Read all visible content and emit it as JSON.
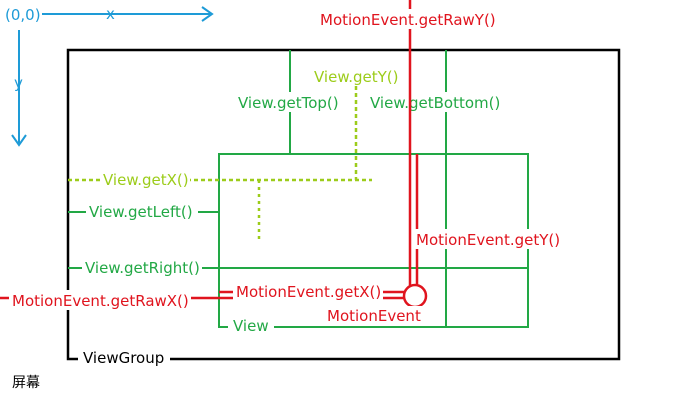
{
  "axes": {
    "origin": "(0,0)",
    "x_label": "x",
    "y_label": "y"
  },
  "containers": {
    "viewgroup_label": "ViewGroup",
    "view_label": "View",
    "screen_label": "屏幕"
  },
  "view_methods": {
    "get_top": "View.getTop()",
    "get_bottom": "View.getBottom()",
    "get_left": "View.getLeft()",
    "get_right": "View.getRight()",
    "get_x": "View.getX()",
    "get_y": "View.getY()"
  },
  "motion_event": {
    "get_raw_y": "MotionEvent.getRawY()",
    "get_raw_x": "MotionEvent.getRawX()",
    "get_x": "MotionEvent.getX()",
    "get_y": "MotionEvent.getY()",
    "point_label": "MotionEvent"
  },
  "colors": {
    "axis": "#1e9bd7",
    "outline": "#000000",
    "view_green": "#22a845",
    "translated_lime": "#9ccc1a",
    "event_red": "#e0141e"
  }
}
